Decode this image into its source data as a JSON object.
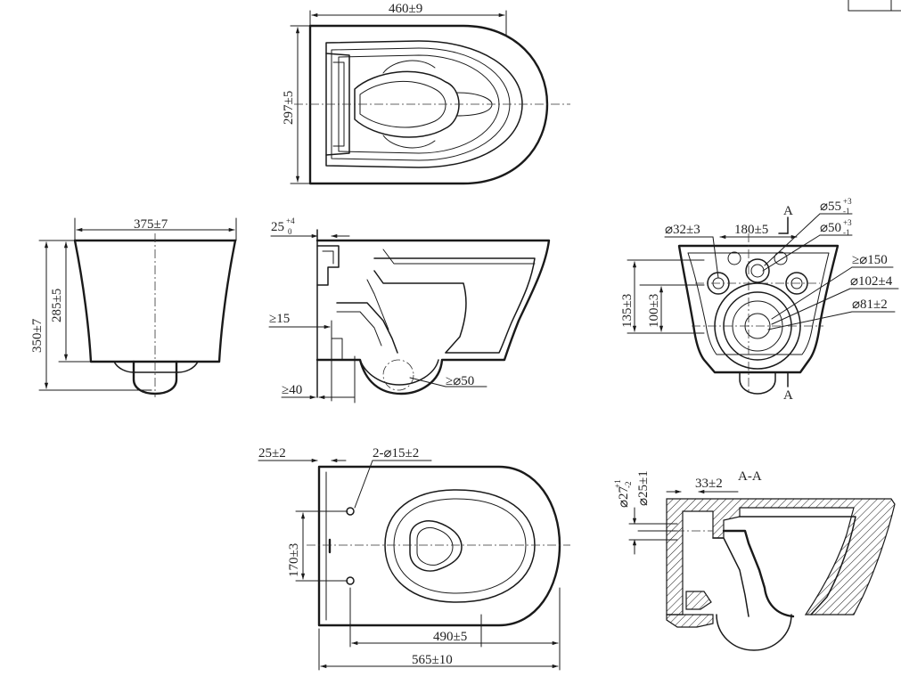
{
  "dimensions": {
    "top_width": "460±9",
    "top_depth": "297±5",
    "front_width": "375±7",
    "front_height_total": "350±7",
    "front_height_rim": "285±5",
    "side_top_offset_main": "25",
    "side_top_offset_sup": "+4",
    "side_top_offset_sub": "0",
    "side_min_15": "≥15",
    "side_min_40": "≥40",
    "side_outlet": "≥⌀50",
    "rear_pipe_32": "⌀32±3",
    "rear_spacing_180": "180±5",
    "rear_pipe_55_main": "⌀55",
    "rear_pipe_55_sup": "+3",
    "rear_pipe_55_sub": "-1",
    "rear_pipe_50_main": "⌀50",
    "rear_pipe_50_sup": "+3",
    "rear_pipe_50_sub": "-1",
    "rear_150": "≥⌀150",
    "rear_102": "⌀102±4",
    "rear_81": "⌀81±2",
    "rear_135": "135±3",
    "rear_100": "100±3",
    "section_marker": "A",
    "bottom_25": "25±2",
    "bottom_holes": "2-⌀15±2",
    "bottom_170": "170±3",
    "bottom_490": "490±5",
    "bottom_565": "565±10",
    "section_title": "A-A",
    "section_33": "33±2",
    "section_27_main": "⌀27",
    "section_27_sup": "+1",
    "section_27_sub": "-2",
    "section_25": "⌀25±1"
  }
}
